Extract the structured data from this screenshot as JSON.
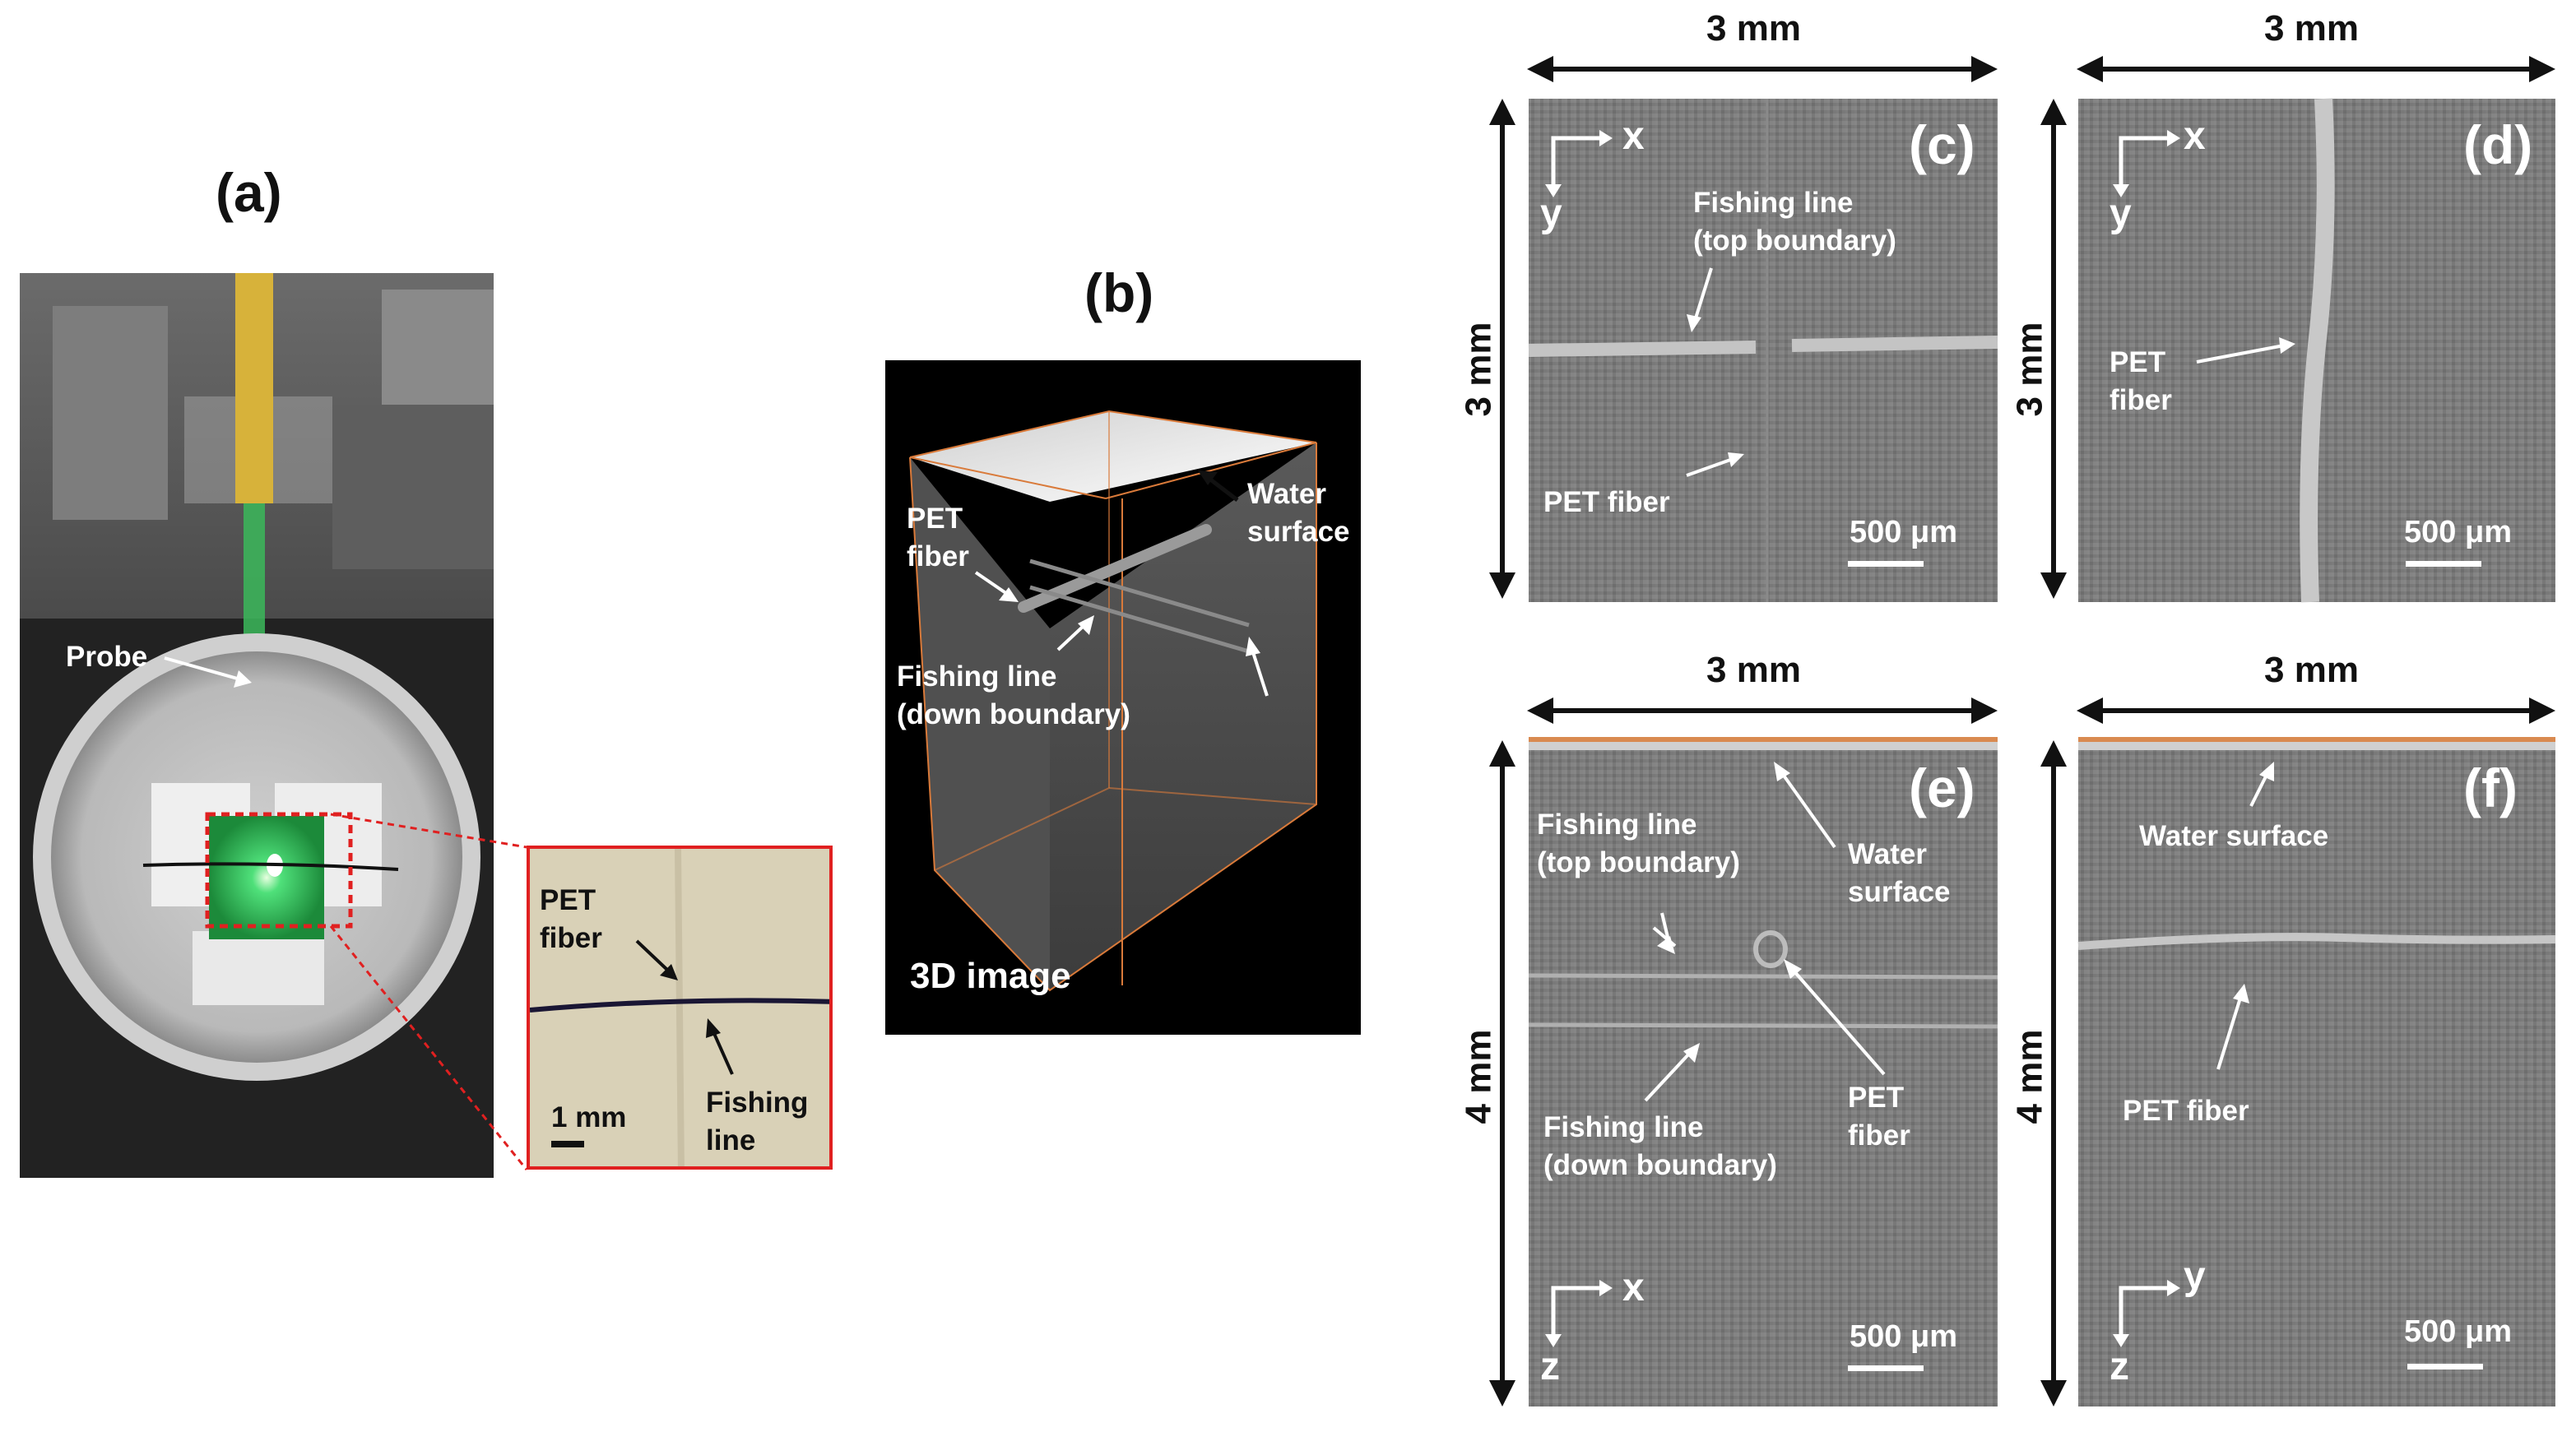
{
  "panel_a": {
    "label": "(a)",
    "probe_label": "Probe",
    "inset": {
      "fiber_label": "PET\nfiber",
      "line_label": "Fishing\nline",
      "scale": "1 mm"
    }
  },
  "panel_b": {
    "label": "(b)",
    "fiber_label": "PET\nfiber",
    "water_label": "Water\nsurface",
    "line_label": "Fishing line\n(down boundary)",
    "image_label": "3D image"
  },
  "panel_c": {
    "label": "(c)",
    "width_dim": "3 mm",
    "height_dim": "3 mm",
    "axis_h": "x",
    "axis_v": "y",
    "line_label": "Fishing line\n(top boundary)",
    "fiber_label": "PET fiber",
    "scale": "500 μm"
  },
  "panel_d": {
    "label": "(d)",
    "width_dim": "3 mm",
    "height_dim": "3 mm",
    "axis_h": "x",
    "axis_v": "y",
    "fiber_label": "PET\nfiber",
    "scale": "500 μm"
  },
  "panel_e": {
    "label": "(e)",
    "width_dim": "3 mm",
    "height_dim": "4 mm",
    "axis_h": "x",
    "axis_v": "z",
    "top_label": "Fishing line\n(top boundary)",
    "water_label": "Water\nsurface",
    "down_label": "Fishing line\n(down boundary)",
    "fiber_label": "PET\nfiber",
    "scale": "500 μm"
  },
  "panel_f": {
    "label": "(f)",
    "width_dim": "3 mm",
    "height_dim": "4 mm",
    "axis_h": "y",
    "axis_v": "z",
    "water_label": "Water surface",
    "fiber_label": "PET fiber",
    "scale": "500 μm"
  }
}
